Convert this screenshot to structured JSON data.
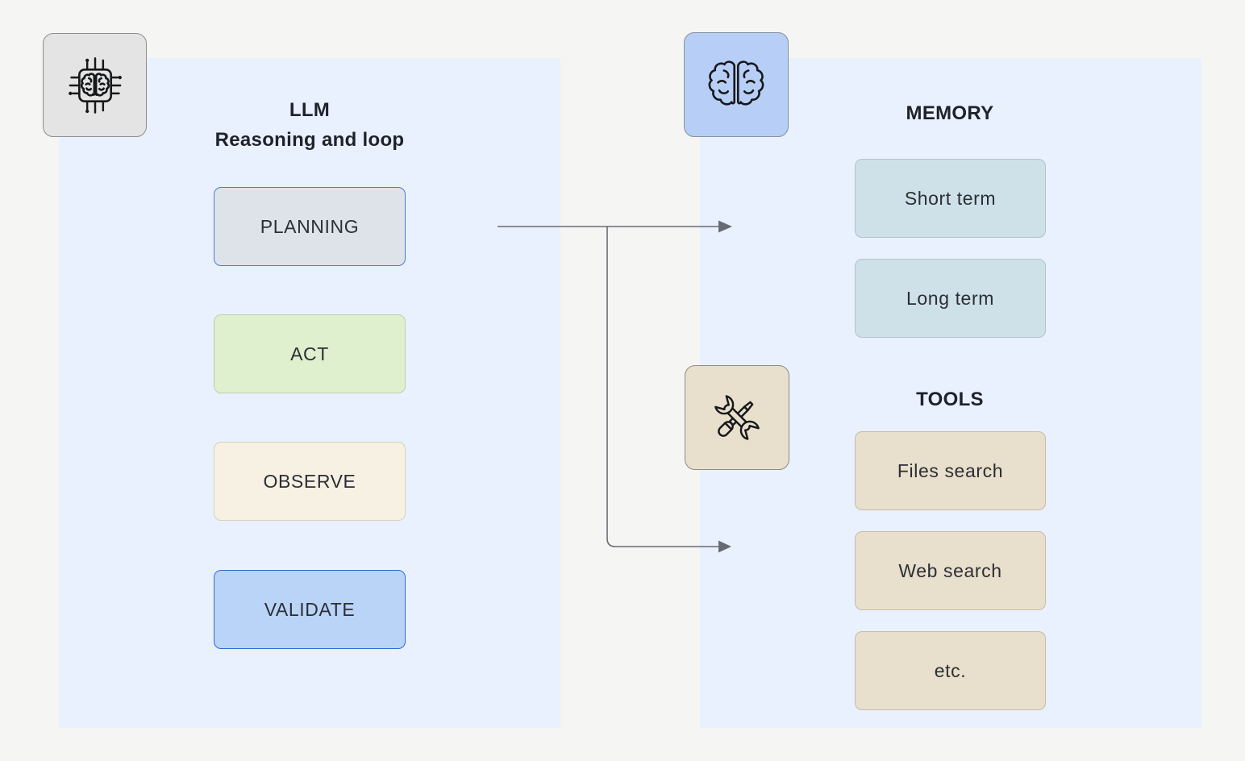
{
  "palette": {
    "page_bg": "#f5f5f3",
    "panel_bg": "#e9f1fe",
    "arrow": "#686c72",
    "header_text": "#1e222b",
    "label_text": "#2b2e35",
    "icon_stroke": "#17181a"
  },
  "left_panel": {
    "title_line1": "LLM",
    "title_line2": "Reasoning and loop",
    "icon": "chip-brain-icon",
    "icon_bg": "#e4e4e4",
    "icon_border": "#8e8e92",
    "steps": [
      {
        "label": "PLANNING",
        "fill": "#dee3ea",
        "border": "#4e7ad1"
      },
      {
        "label": "ACT",
        "fill": "#def0cd",
        "border": "#bccfae"
      },
      {
        "label": "OBSERVE",
        "fill": "#f7f1e3",
        "border": "#d9d0bc"
      },
      {
        "label": "VALIDATE",
        "fill": "#b9d4f7",
        "border": "#2f6bd9"
      }
    ]
  },
  "right_panel": {
    "memory": {
      "title": "MEMORY",
      "icon": "brain-icon",
      "icon_bg": "#b7cff6",
      "icon_border": "#85919f",
      "items": [
        {
          "label": "Short term",
          "fill": "#cfe1e8",
          "border": "#b2c3c9"
        },
        {
          "label": "Long term",
          "fill": "#cfe1e8",
          "border": "#b2c3c9"
        }
      ]
    },
    "tools": {
      "title": "TOOLS",
      "icon": "tools-icon",
      "icon_bg": "#e8dfcd",
      "icon_border": "#8f8c84",
      "items": [
        {
          "label": "Files search",
          "fill": "#e8dfcc",
          "border": "#c6bca6"
        },
        {
          "label": "Web search",
          "fill": "#e8dfcc",
          "border": "#c6bca6"
        },
        {
          "label": "etc.",
          "fill": "#e8dfcc",
          "border": "#c6bca6"
        }
      ]
    }
  }
}
